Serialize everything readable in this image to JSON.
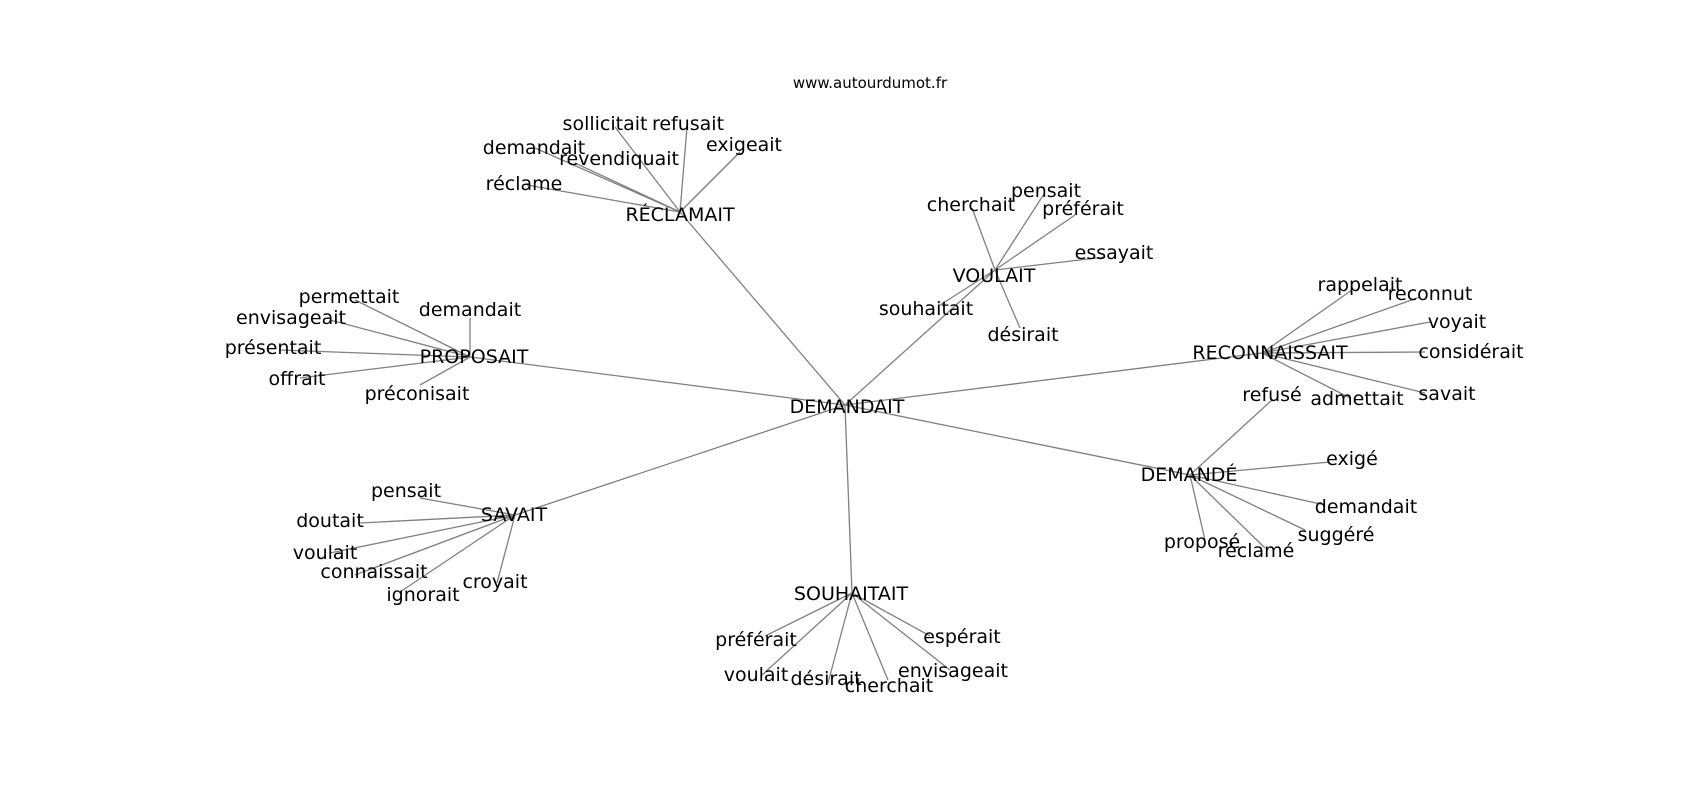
{
  "source_text": "www.autourdumot.fr",
  "edge_color": "#808080",
  "text_color": "#000000",
  "center": {
    "label": "DEMANDAIT"
  },
  "hubs": [
    {
      "label": "RÉCLAMAIT",
      "words": [
        "sollicitait",
        "refusait",
        "exigeait",
        "demandait",
        "revendiquait",
        "réclame"
      ]
    },
    {
      "label": "VOULAIT",
      "words": [
        "cherchait",
        "pensait",
        "préférait",
        "essayait",
        "souhaitait",
        "désirait"
      ]
    },
    {
      "label": "PROPOSAIT",
      "words": [
        "permettait",
        "demandait",
        "envisageait",
        "présentait",
        "offrait",
        "préconisait"
      ]
    },
    {
      "label": "RECONNAISSAIT",
      "words": [
        "rappelait",
        "reconnut",
        "voyait",
        "considérait",
        "savait",
        "admettait"
      ]
    },
    {
      "label": "DEMANDÉ",
      "words": [
        "refusé",
        "exigé",
        "demandait",
        "suggéré",
        "réclamé",
        "proposé"
      ]
    },
    {
      "label": "SAVAIT",
      "words": [
        "pensait",
        "doutait",
        "voulait",
        "connaissait",
        "ignorait",
        "croyait"
      ]
    },
    {
      "label": "SOUHAITAIT",
      "words": [
        "préférait",
        "espérait",
        "envisageait",
        "voulait",
        "désirait",
        "cherchait"
      ]
    }
  ]
}
